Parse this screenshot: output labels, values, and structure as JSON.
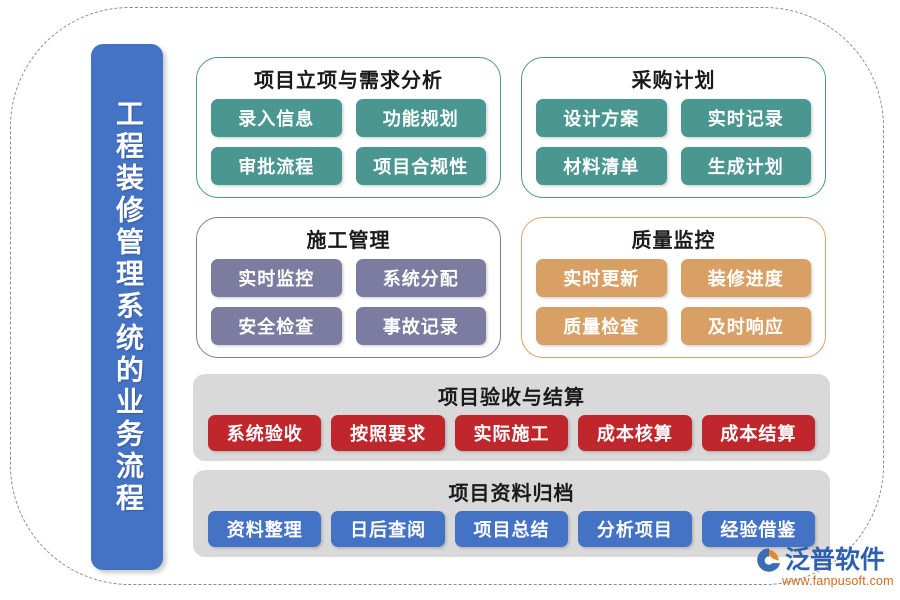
{
  "diagram": {
    "vertical_title": "工程装修管理系统的业务流程",
    "panels": [
      {
        "id": "initiation",
        "title": "项目立项与需求分析",
        "accent": "#4a9691",
        "border": "#4a9691",
        "chips": [
          "录入信息",
          "功能规划",
          "审批流程",
          "项目合规性"
        ]
      },
      {
        "id": "purchase",
        "title": "采购计划",
        "accent": "#4a9691",
        "border": "#4a9691",
        "chips": [
          "设计方案",
          "实时记录",
          "材料清单",
          "生成计划"
        ]
      },
      {
        "id": "construct",
        "title": "施工管理",
        "accent": "#7b7ca0",
        "border": "#7b7ca0",
        "chips": [
          "实时监控",
          "系统分配",
          "安全检查",
          "事故记录"
        ]
      },
      {
        "id": "quality",
        "title": "质量监控",
        "accent": "#d9a066",
        "border": "#d9a066",
        "chips": [
          "实时更新",
          "装修进度",
          "质量检查",
          "及时响应"
        ]
      }
    ],
    "strips": [
      {
        "id": "acceptance",
        "title": "项目验收与结算",
        "accent": "#c0272d",
        "background": "#d9d9d9",
        "chips": [
          "系统验收",
          "按照要求",
          "实际施工",
          "成本核算",
          "成本结算"
        ]
      },
      {
        "id": "archive",
        "title": "项目资料归档",
        "accent": "#4472c4",
        "background": "#d9d9d9",
        "chips": [
          "资料整理",
          "日后查阅",
          "项目总结",
          "分析项目",
          "经验借鉴"
        ]
      }
    ],
    "logo": {
      "name": "泛普软件",
      "url": "www.fanpusoft.com",
      "mark_icon": "fanpu-swoosh-icon",
      "name_color": "#2f5fb0",
      "url_color": "#d06a1e"
    },
    "colors": {
      "sidebar_blue": "#4472c4",
      "teal": "#4a9691",
      "purple": "#7b7ca0",
      "orange": "#d9a066",
      "red": "#c0272d",
      "blue": "#4472c4",
      "strip_gray": "#d9d9d9",
      "frame_dash": "#8b8b8b",
      "background": "#ffffff"
    }
  }
}
